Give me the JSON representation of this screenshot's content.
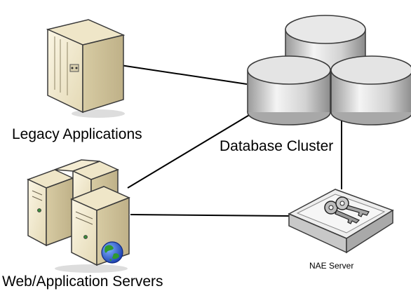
{
  "diagram": {
    "nodes": {
      "legacy": {
        "label": "Legacy Applications",
        "icon": "legacy-server-icon"
      },
      "database": {
        "label": "Database Cluster",
        "icon": "database-cylinder-icon"
      },
      "web": {
        "label": "Web/Application Servers",
        "icon": "web-server-icon"
      },
      "nae": {
        "label": "NAE Server",
        "icon": "nae-key-server-icon"
      }
    },
    "connections": [
      {
        "from": "Legacy Applications",
        "to": "Database Cluster"
      },
      {
        "from": "Web/Application Servers",
        "to": "Database Cluster"
      },
      {
        "from": "Web/Application Servers",
        "to": "NAE Server"
      },
      {
        "from": "Database Cluster",
        "to": "NAE Server"
      }
    ],
    "colors": {
      "server_body": "#f2ead0",
      "database_fill": "#d9d9d9",
      "appliance_fill": "#e6e6e6",
      "globe_blue": "#1f4fc7",
      "globe_green": "#2f9a2f"
    }
  }
}
